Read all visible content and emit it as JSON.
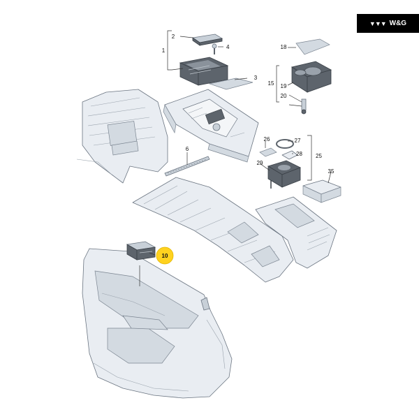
{
  "brand": {
    "logo_icon": "wg-logo-icon",
    "text": "W&G"
  },
  "callouts": [
    {
      "id": "2",
      "label": "2"
    },
    {
      "id": "4",
      "label": "4"
    },
    {
      "id": "1",
      "label": "1"
    },
    {
      "id": "3",
      "label": "3"
    },
    {
      "id": "18",
      "label": "18"
    },
    {
      "id": "15",
      "label": "15"
    },
    {
      "id": "19",
      "label": "19"
    },
    {
      "id": "20",
      "label": "20"
    },
    {
      "id": "6",
      "label": "6"
    },
    {
      "id": "26",
      "label": "26"
    },
    {
      "id": "27",
      "label": "27"
    },
    {
      "id": "28",
      "label": "28"
    },
    {
      "id": "25",
      "label": "25"
    },
    {
      "id": "29",
      "label": "29"
    },
    {
      "id": "35",
      "label": "35"
    },
    {
      "id": "10",
      "label": "10"
    }
  ],
  "colors": {
    "highlight": "#ffd21f",
    "brand_bg": "#000000",
    "line": "#6a7480"
  }
}
